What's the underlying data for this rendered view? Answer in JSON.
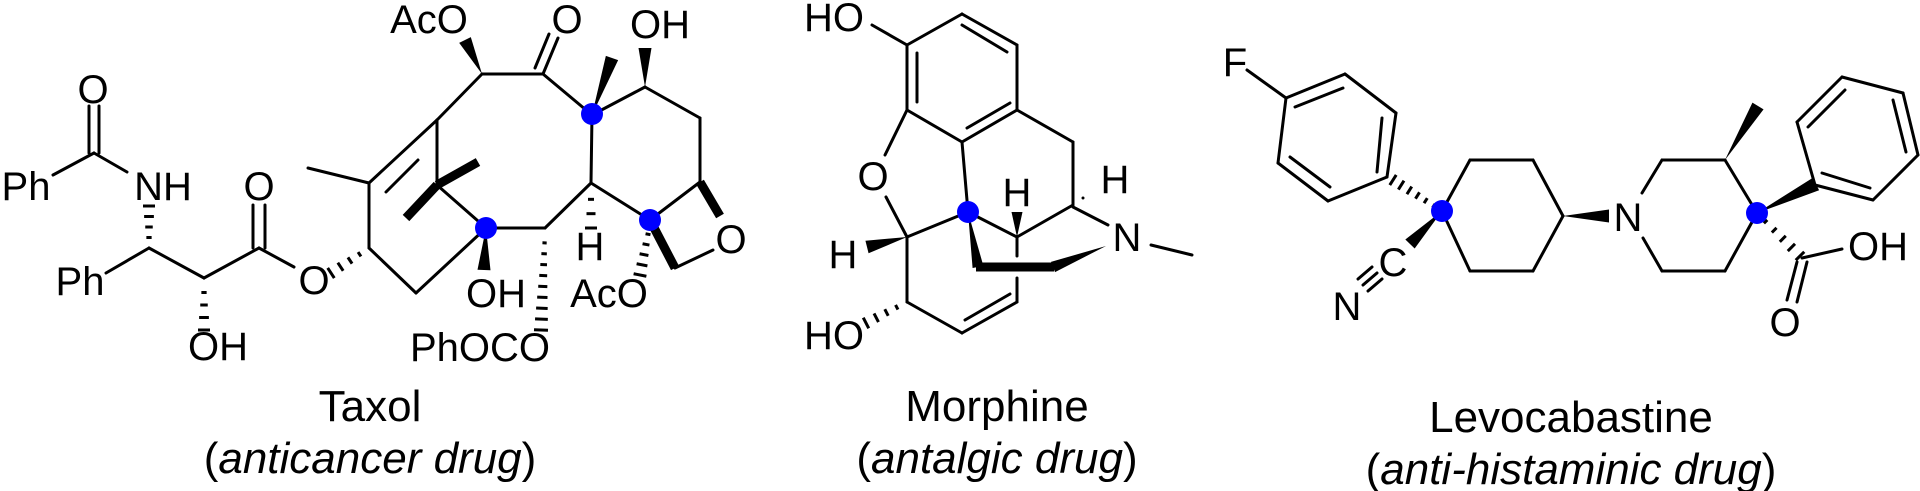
{
  "colors": {
    "stereocenter_marker": "#0000ff",
    "ink": "#000000"
  },
  "molecules": [
    {
      "name": "Taxol",
      "subtitle": {
        "open": "(",
        "italic": "anticancer drug",
        "close": ")"
      },
      "atom_labels": [
        "O",
        "Ph",
        "NH",
        "O",
        "Ph",
        "O",
        "OH",
        "AcO",
        "O",
        "OH",
        "OH",
        "H",
        "PhOCO",
        "AcO",
        "O"
      ],
      "highlighted_stereocenters": 3
    },
    {
      "name": "Morphine",
      "subtitle": {
        "open": "(",
        "italic": "antalgic drug",
        "close": ")"
      },
      "atom_labels": [
        "HO",
        "O",
        "H",
        "HO",
        "H",
        "H",
        "N"
      ],
      "highlighted_stereocenters": 1
    },
    {
      "name": "Levocabastine",
      "subtitle": {
        "open": "(",
        "italic": "anti-histaminic drug",
        "close": ")"
      },
      "atom_labels": [
        "F",
        "C",
        "N",
        "N",
        "OH",
        "O"
      ],
      "highlighted_stereocenters": 2
    }
  ]
}
